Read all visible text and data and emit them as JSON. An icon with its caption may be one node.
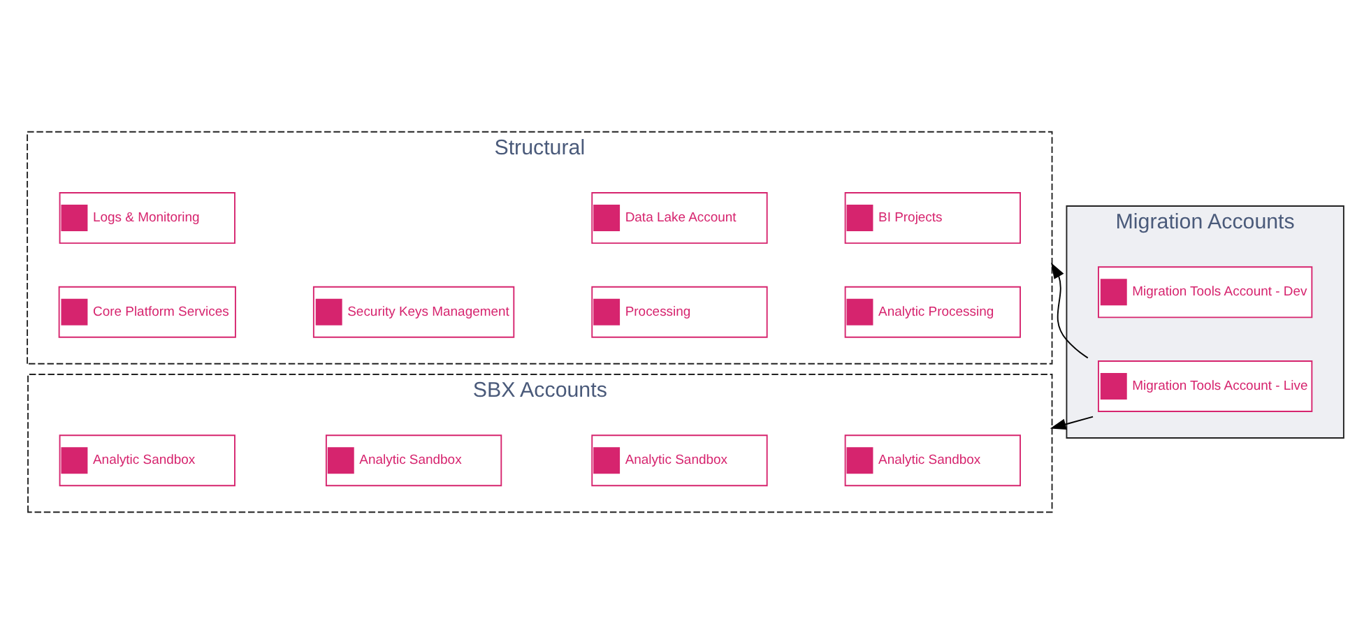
{
  "diagram": {
    "nodes": [
      {
        "text": [
          "Structural"
        ]
      },
      {
        "text": [
          "Core Platform Services"
        ],
        "in": 0
      },
      {
        "text": [
          "Security Keys Management"
        ],
        "in": 0
      },
      {
        "text": [
          "Processing"
        ],
        "in": 0
      },
      {
        "text": [
          "Analytic Processing"
        ],
        "in": 0
      },
      {
        "text": [
          "Logs & Monitoring"
        ],
        "in": 0
      },
      {
        "text": [
          "Data Lake Account"
        ],
        "in": 0
      },
      {
        "text": [
          "BI Projects"
        ],
        "in": 0
      },
      {
        "text": [
          "SBX Accounts"
        ]
      },
      {
        "text": [
          "Analytic Sandbox"
        ],
        "in": 8
      },
      {
        "text": [
          "Analytic Sandbox"
        ],
        "in": 8
      },
      {
        "text": [
          "Analytic Sandbox"
        ],
        "in": 8
      },
      {
        "text": [
          "Analytic Sandbox"
        ],
        "in": 8
      },
      {
        "text": [
          "Migration Accounts"
        ]
      },
      {
        "text": [
          "Migration Tools Account - Live"
        ],
        "in": 13
      },
      {
        "text": [
          "Migration Tools Account - Dev"
        ],
        "in": 13
      }
    ],
    "edges": [
      {
        "from": 14,
        "to": 0,
        "arrow": "to"
      },
      {
        "from": 14,
        "to": 8,
        "arrow": "to"
      }
    ]
  }
}
